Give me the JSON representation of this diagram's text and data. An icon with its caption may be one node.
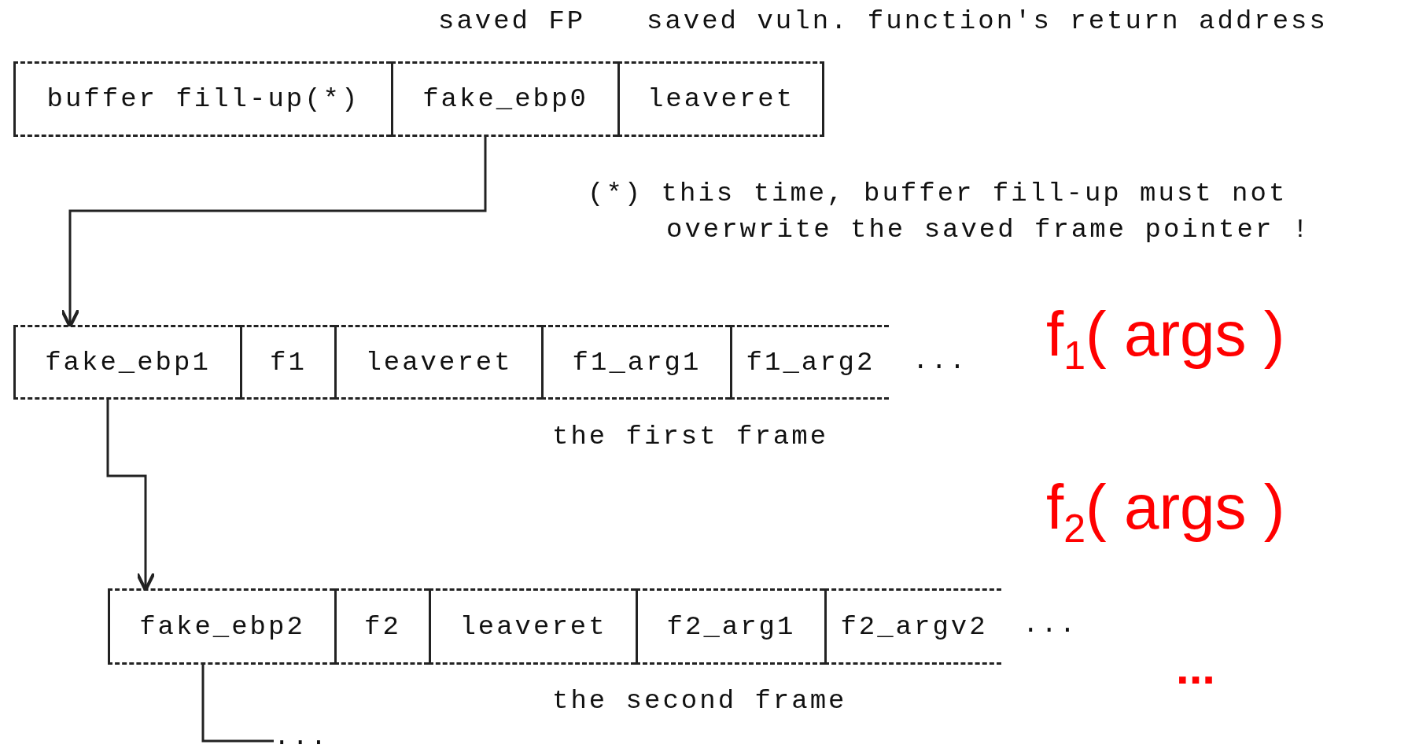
{
  "diagram": {
    "nodes": [
      {
        "text": [
          "buffer fill-up(*)"
        ]
      },
      {
        "text": [
          "fake_ebp0"
        ]
      },
      {
        "text": [
          "leaveret"
        ]
      },
      {
        "text": [
          "fake_ebp1"
        ]
      },
      {
        "text": [
          "f1"
        ]
      },
      {
        "text": [
          "leaveret"
        ]
      },
      {
        "text": [
          "f1_arg1"
        ]
      },
      {
        "text": [
          "f1_arg2"
        ],
        "beside": [
          "..."
        ]
      },
      {
        "text": [
          "fake_ebp2"
        ]
      },
      {
        "text": [
          "f2"
        ]
      },
      {
        "text": [
          "leaveret"
        ]
      },
      {
        "text": [
          "f2_arg1"
        ]
      },
      {
        "text": [
          "f2_argv2"
        ],
        "beside": [
          "..."
        ]
      },
      {
        "text": [
          "..."
        ]
      }
    ],
    "edges": [
      {
        "from": 1,
        "to": 3,
        "arrow": "to"
      },
      {
        "from": 3,
        "to": 8,
        "arrow": "to"
      },
      {
        "from": 8,
        "to": 13,
        "arrow": "none"
      }
    ],
    "labels": [
      "saved FP",
      "saved vuln. function's return address",
      "(*) this time, buffer fill-up must not overwrite the saved frame pointer !",
      "f$_{1}$( args )",
      "the first frame",
      "f$_{2}$( args )",
      "the second frame",
      "..."
    ]
  }
}
